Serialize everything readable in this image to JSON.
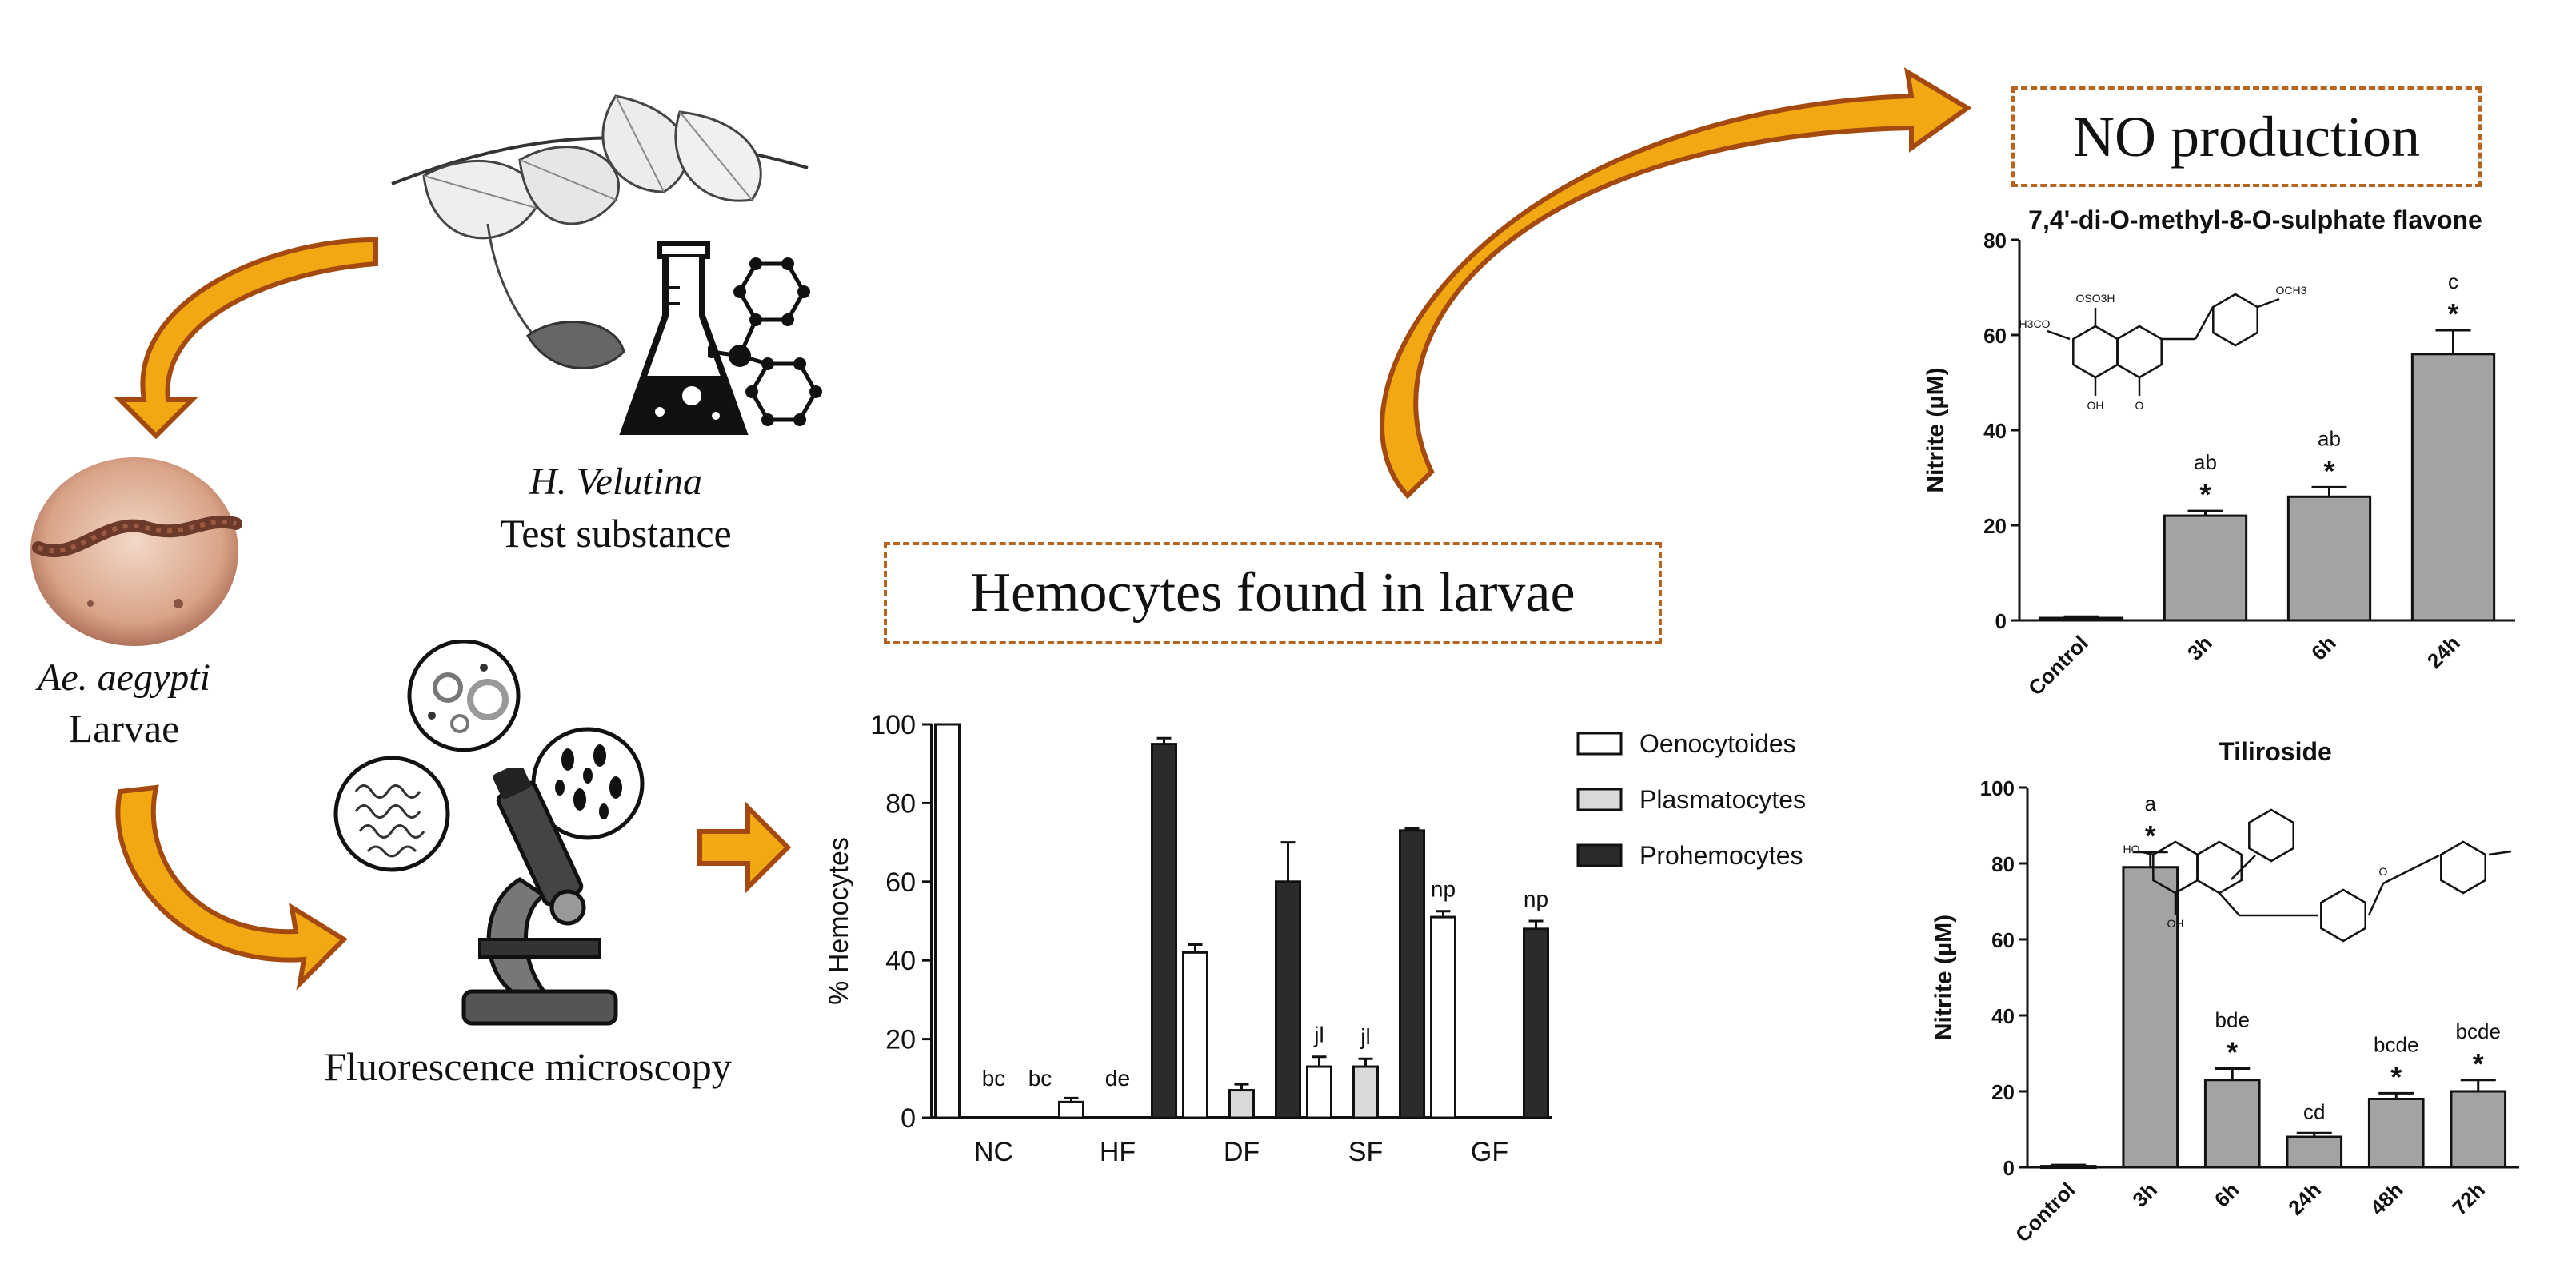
{
  "labels": {
    "species_italic": "H. Velutina",
    "test_substance": "Test substance",
    "larvae_species": "Ae. aegypti",
    "larvae": "Larvae",
    "microscopy": "Fluorescence microscopy",
    "hemocytes_box": "Hemocytes found in larvae",
    "no_box": "NO production"
  },
  "colors": {
    "arrow_fill": "#f2a812",
    "arrow_stroke": "#a44a10",
    "box_border": "#b5651d",
    "bar_gray": "#a3a3a3",
    "bar_light": "#d9d9d9",
    "bar_dark": "#2b2b2b"
  },
  "icons": [
    "plant-icon",
    "flask-icon",
    "molecule-icon",
    "larva-petri-icon",
    "microscope-icon",
    "cells-icon"
  ],
  "chart_data": [
    {
      "id": "hemocytes",
      "type": "bar",
      "title": "",
      "ylabel": "% Hemocytes",
      "ylim": [
        0,
        100
      ],
      "yticks": [
        0,
        20,
        40,
        60,
        80,
        100
      ],
      "categories": [
        "NC",
        "HF",
        "DF",
        "SF",
        "GF"
      ],
      "legend_position": "right",
      "series": [
        {
          "name": "Oenocytoides",
          "values": [
            100,
            4,
            42,
            13,
            51
          ],
          "errors": [
            0,
            1,
            2,
            2.5,
            1.5
          ],
          "annotations": [
            "",
            "",
            "",
            "jl",
            "np"
          ]
        },
        {
          "name": "Plasmatocytes",
          "values": [
            0,
            0,
            7,
            13,
            0
          ],
          "errors": [
            0,
            0,
            1.5,
            2,
            0
          ],
          "annotations": [
            "bc",
            "de",
            "",
            "jl",
            ""
          ]
        },
        {
          "name": "Prohemocytes",
          "values": [
            0,
            95,
            60,
            73,
            48
          ],
          "errors": [
            0,
            1.5,
            10,
            0.5,
            2
          ],
          "annotations": [
            "bc",
            "",
            "",
            "",
            "np"
          ]
        }
      ],
      "floating_labels": [
        "de"
      ]
    },
    {
      "id": "flavone",
      "type": "bar",
      "title": "7,4'-di-O-methyl-8-O-sulphate flavone",
      "ylabel": "Nitrite (µM)",
      "ylim": [
        0,
        80
      ],
      "yticks": [
        0,
        20,
        40,
        60,
        80
      ],
      "categories": [
        "Control",
        "3h",
        "6h",
        "24h"
      ],
      "values": [
        0.5,
        22,
        26,
        56
      ],
      "errors": [
        0.3,
        1,
        2,
        5
      ],
      "letters": [
        "",
        "ab",
        "ab",
        "c"
      ],
      "stars": [
        "",
        "*",
        "*",
        "*"
      ],
      "structure_labels": [
        "OSO3H",
        "OCH3",
        "H3CO",
        "OH",
        "O"
      ]
    },
    {
      "id": "tiliroside",
      "type": "bar",
      "title": "Tiliroside",
      "ylabel": "Nitrite (µM)",
      "ylim": [
        0,
        100
      ],
      "yticks": [
        0,
        20,
        40,
        60,
        80,
        100
      ],
      "categories": [
        "Control",
        "3h",
        "6h",
        "24h",
        "48h",
        "72h"
      ],
      "values": [
        0.3,
        79,
        23,
        8,
        18,
        20
      ],
      "errors": [
        0.3,
        4,
        3,
        1,
        1.5,
        3
      ],
      "letters": [
        "",
        "a",
        "bde",
        "cd",
        "bcde",
        "bcde"
      ],
      "stars": [
        "",
        "*",
        "*",
        "",
        "*",
        "*"
      ],
      "structure_labels": [
        "HO",
        "OH",
        "O"
      ]
    }
  ]
}
